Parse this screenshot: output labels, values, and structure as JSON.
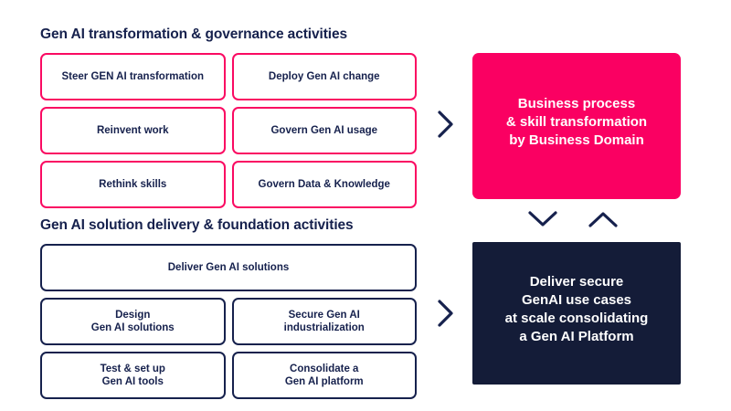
{
  "theme": {
    "pink": "#fa0062",
    "navy": "#16214d",
    "panel_navy": "#141c38",
    "background": "#ffffff"
  },
  "sections": [
    {
      "heading": "Gen AI transformation & governance activities",
      "rows": [
        [
          "Steer GEN AI transformation",
          "Deploy Gen AI change"
        ],
        [
          "Reinvent work",
          "Govern Gen AI usage"
        ],
        [
          "Rethink skills",
          "Govern Data & Knowledge"
        ]
      ]
    },
    {
      "heading": "Gen AI solution delivery & foundation activities",
      "full_width_row": "Deliver Gen AI solutions",
      "rows": [
        [
          "Design\nGen AI solutions",
          "Secure Gen AI\nindustrialization"
        ],
        [
          "Test & set up\nGen AI tools",
          "Consolidate a\nGen AI platform"
        ]
      ]
    }
  ],
  "panels": [
    {
      "text": "Business process\n& skill transformation\nby Business Domain"
    },
    {
      "text": "Deliver secure\nGenAI use cases\nat scale consolidating\na Gen AI Platform"
    }
  ],
  "connectors": {
    "top_right_chevron": "chevron-right",
    "bottom_right_chevron": "chevron-right",
    "panel_down_chevron": "chevron-down",
    "panel_up_chevron": "chevron-up"
  }
}
